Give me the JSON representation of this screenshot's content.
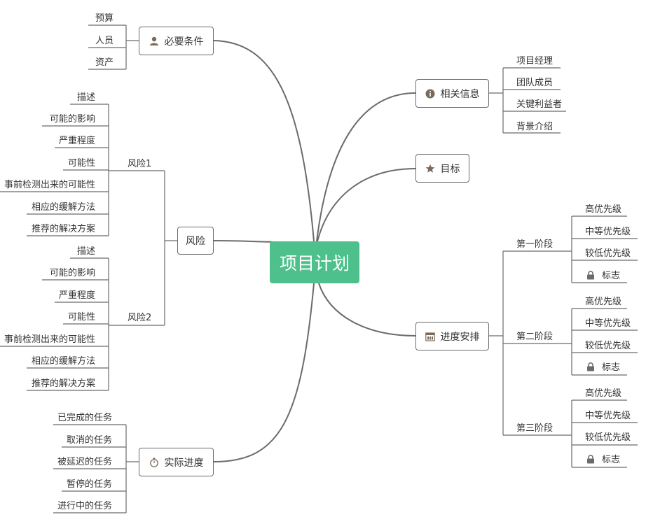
{
  "center": "项目计划",
  "branches": {
    "prerequisites": {
      "label": "必要条件",
      "icon": "person-icon",
      "items": [
        "预算",
        "人员",
        "资产"
      ]
    },
    "risk": {
      "label": "风险",
      "groups": [
        {
          "label": "风险1",
          "items": [
            "描述",
            "可能的影响",
            "严重程度",
            "可能性",
            "事前检测出来的可能性",
            "相应的缓解方法",
            "推荐的解决方案"
          ]
        },
        {
          "label": "风险2",
          "items": [
            "描述",
            "可能的影响",
            "严重程度",
            "可能性",
            "事前检测出来的可能性",
            "相应的缓解方法",
            "推荐的解决方案"
          ]
        }
      ]
    },
    "progress": {
      "label": "实际进度",
      "icon": "stopwatch-icon",
      "items": [
        "已完成的任务",
        "取消的任务",
        "被延迟的任务",
        "暂停的任务",
        "进行中的任务"
      ]
    },
    "info": {
      "label": "相关信息",
      "icon": "info-icon",
      "items": [
        "项目经理",
        "团队成员",
        "关键利益者",
        "背景介绍"
      ]
    },
    "goal": {
      "label": "目标",
      "icon": "star-icon"
    },
    "schedule": {
      "label": "进度安排",
      "icon": "calendar-icon",
      "phases": [
        {
          "label": "第一阶段",
          "items": [
            "高优先级",
            "中等优先级",
            "较低优先级",
            "标志"
          ]
        },
        {
          "label": "第二阶段",
          "items": [
            "高优先级",
            "中等优先级",
            "较低优先级",
            "标志"
          ]
        },
        {
          "label": "第三阶段",
          "items": [
            "高优先级",
            "中等优先级",
            "较低优先级",
            "标志"
          ]
        }
      ]
    }
  },
  "colors": {
    "center": "#4dc08c",
    "line": "#6b6b6b",
    "icon": "#7a6a5a"
  }
}
